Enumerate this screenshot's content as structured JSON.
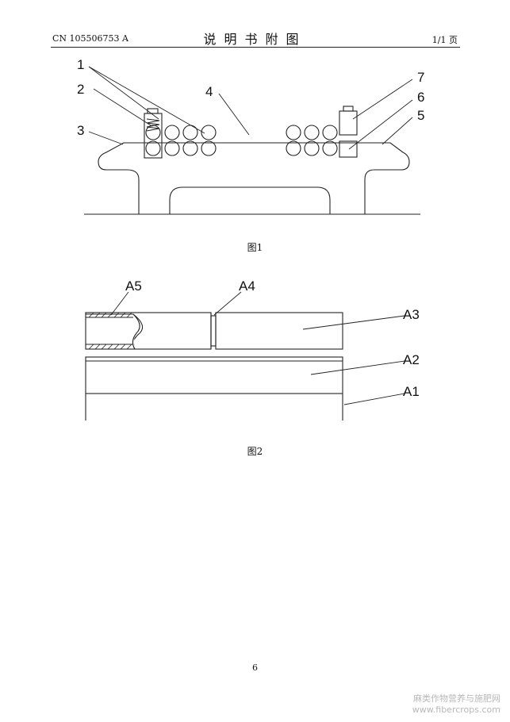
{
  "header": {
    "patent_number": "CN 105506753 A",
    "title": "说明书附图",
    "page_ratio": "1/1 页"
  },
  "figure1": {
    "caption": "图1",
    "labels": [
      "1",
      "2",
      "3",
      "4",
      "7",
      "6",
      "5"
    ]
  },
  "figure2": {
    "caption": "图2",
    "labels": [
      "A5",
      "A4",
      "A3",
      "A2",
      "A1"
    ]
  },
  "footer": {
    "page_number": "6"
  },
  "watermark": {
    "site_name": "麻类作物营养与施肥网",
    "url": "www.fibercrops.com"
  }
}
